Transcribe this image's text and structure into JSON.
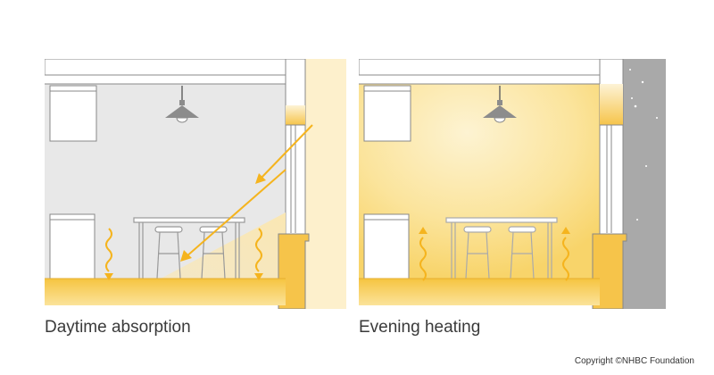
{
  "panels": [
    {
      "id": "day",
      "caption": "Daytime absorption"
    },
    {
      "id": "evening",
      "caption": "Evening heating"
    }
  ],
  "copyright": "Copyright ©NHBC Foundation",
  "colors": {
    "floor_warm": "#f7c84a",
    "arrow": "#f5b41e",
    "wall_grey": "#e6e6e6",
    "line": "#888888",
    "lamp": "#8c8c8c",
    "night_sky": "#a9a9a9",
    "glow": "#fbe08a"
  },
  "icons": [
    "pendant-lamp-icon",
    "sun-ray-arrow-icon",
    "heat-wave-icon",
    "star-icon"
  ]
}
